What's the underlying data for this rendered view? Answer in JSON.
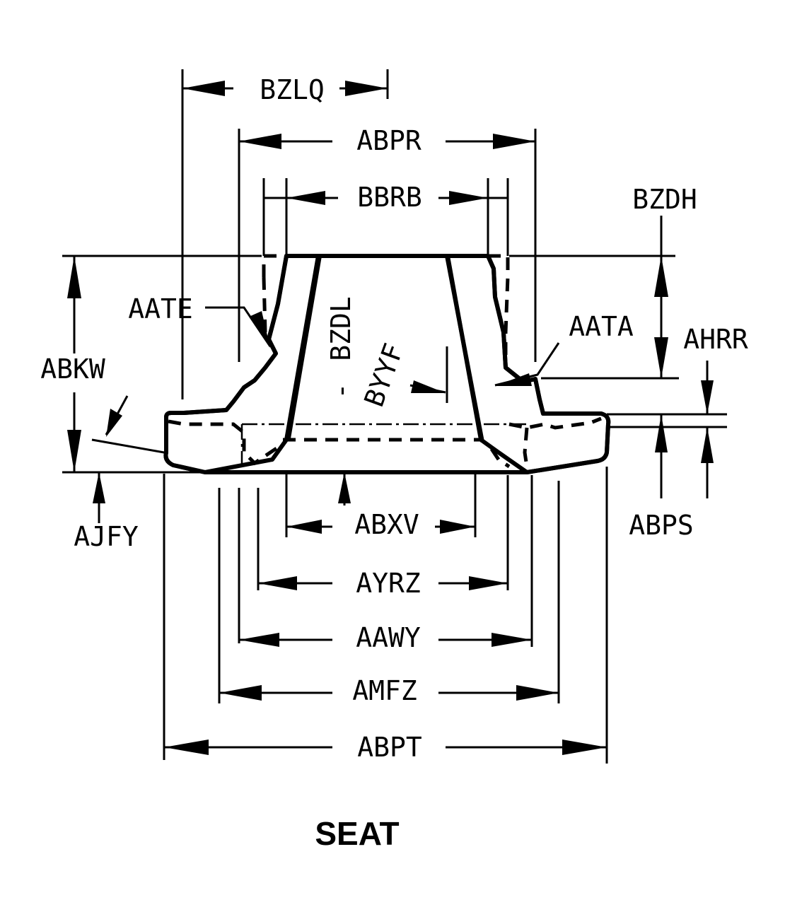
{
  "title": "SEAT",
  "labels": {
    "bzlq": "BZLQ",
    "abpr": "ABPR",
    "bbrb": "BBRB",
    "bzdh": "BZDH",
    "aate": "AATE",
    "aata": "AATA",
    "ahrr": "AHRR",
    "abkw": "ABKW",
    "bzdl": "BZDL",
    "byyf": "BYYF",
    "ajfy": "AJFY",
    "abps": "ABPS",
    "abxv": "ABXV",
    "ayrz": "AYRZ",
    "aawy": "AAWY",
    "amfz": "AMFZ",
    "abpt": "ABPT"
  }
}
